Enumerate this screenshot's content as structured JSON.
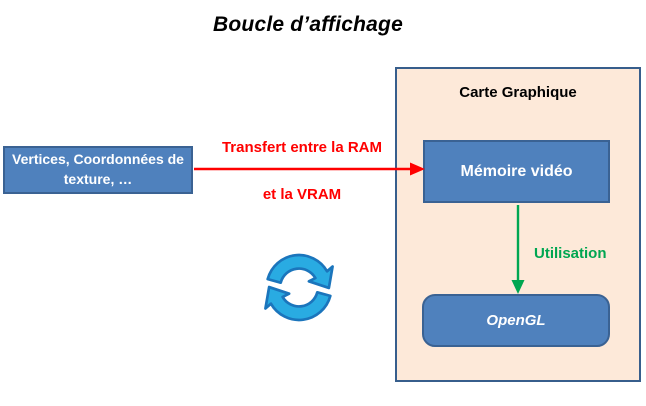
{
  "title": "Boucle d’affichage",
  "left_box": {
    "line1": "Vertices, Coordonnées de",
    "line2": "texture, …"
  },
  "transfer": {
    "label_top": "Transfert entre la RAM",
    "label_bottom": "et la VRAM"
  },
  "graphics_card": {
    "title": "Carte Graphique",
    "video_memory_label": "Mémoire vidéo",
    "opengl_label": "OpenGL",
    "utilisation_label": "Utilisation"
  },
  "icons": {
    "cycle": "refresh-cycle-icon"
  },
  "colors": {
    "box-blue": "#4F81BD",
    "box-border": "#3A6293",
    "container-fill": "#FDE9D9",
    "container-border": "#375E8C",
    "arrow-red": "#FF0000",
    "arrow-green": "#00A651",
    "cycle-fill": "#29ABE2",
    "cycle-border": "#1B75BC",
    "title-color": "#000000"
  }
}
